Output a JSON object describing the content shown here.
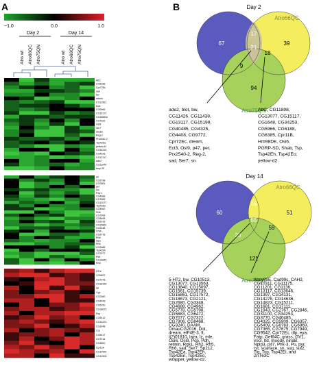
{
  "panel_a": {
    "label": "A",
    "scale_min": "−1.0",
    "scale_mid": "0.0",
    "scale_max": "1.0",
    "scale_colors": [
      "#1fa32a",
      "#000000",
      "#e0202a"
    ],
    "groups": [
      "Day 2",
      "Day 14"
    ],
    "columns": [
      "Atro wt",
      "Atro66QC",
      "Atro75QN",
      "Atro wt",
      "Atro66QC",
      "Atro75QN"
    ],
    "block1_genes": [
      "AttC",
      "CG6188",
      "Cpr72Ec",
      "sad",
      "bw",
      "retinin",
      "CG11961",
      "Ddc",
      "CG6966",
      "CG15172",
      "CG15833c",
      "CG7322",
      "Osi9",
      "Ser7",
      "dream",
      "Reg-2",
      "Prx2540-2",
      "Tsp42Ea",
      "yellow-d2",
      "CG34253",
      "CG4325",
      "CG12117",
      "ade2",
      "CG11044",
      "smp-30"
    ],
    "block2_genes": [
      "wt",
      "CG5798",
      "CG2681",
      "per",
      "tim",
      "Pdp1",
      "CG4988",
      "CG7885",
      "CG13077",
      "Tsp42Ee",
      "CG4962",
      "Rh5",
      "CG7906",
      "CG8468",
      "CG2016",
      "CG15861",
      "CG3348",
      "Cht4",
      "CG5778",
      "Rh6",
      "laza",
      "Rh4",
      "CG4988",
      "Tsp42Eh",
      "CG7077",
      "Pdh",
      "CG18840",
      "Rh3"
    ],
    "block3_genes": [
      "HTre",
      "CG9837",
      "CG7378",
      "CG18150",
      "tal",
      "Cyp",
      "CG2060",
      "CG3033",
      "CG5250",
      "CG18673",
      "Pcp",
      "CG9412",
      "CG14223",
      "CG3348",
      "Cry",
      "CG5417",
      "CG7214",
      "CG4800",
      "Cpr12A",
      "CG10950",
      "CG13905"
    ]
  },
  "panel_b": {
    "label": "B",
    "venn_top": {
      "title": "Day 2",
      "sets": [
        "Atro wt",
        "Atro66QC",
        "Atro75QN"
      ],
      "counts": {
        "wt_only": "67",
        "qc_only": "39",
        "qn_only": "94",
        "wt_qc": "17",
        "wt_qn": "9",
        "qc_qn": "18",
        "all": "21"
      },
      "list_left": [
        "ade2, blot, bw,",
        "CG11426, CG11438,",
        "CG13117, CG15199,",
        "CG40485, CG4325,",
        "CG4408, CG9772,",
        "Cpr72Ec, dream,",
        "Ect3, Osi9, p47, per,",
        "Prx2540-2, Reg-2,",
        "sad, Ser7, sn"
      ],
      "list_right": [
        "AttC, CG11898,",
        "CG13077, CG15117,",
        "CG1648, CG34253,",
        "CG5966, CG6188,",
        "CG6385, Cpr11B,",
        "Hrb98DE, Osi6,",
        "PGRP-SD, Shab, Tsp,",
        "Tsp42Eh, Tsp42Eo;",
        "yellow-d2"
      ]
    },
    "venn_bottom": {
      "title": "Day 14",
      "sets": [
        "Atro wt",
        "Atro66QC",
        "Atro75QN"
      ],
      "counts": {
        "wt_only": "60",
        "qc_only": "51",
        "qn_only": "121",
        "wt_qc": "16",
        "wt_qn": "20",
        "qc_qn": "59",
        "all": "55"
      },
      "list_left": [
        "5-HT2, bw, CG10513,",
        "CG13077, CG13563,",
        "CG13840, CG15097,",
        "CG1561, CG15739,",
        "CG15861, CG17572,",
        "CG18673, CG2121,",
        "CG2680, CG3348,",
        "CG4688, CG4962,",
        "CG5778, CG5798,",
        "CG5883, CG6472,",
        "CG7077, CG7322,",
        "CG7906, CG8468,",
        "CG9240, DAAM,",
        "DmauCG2016, Dot,",
        "dream, eIF4E-3, ft,",
        "l(2)01810, laza, lz, mle,",
        "Osi6, Osi9, Pcp, Pdh,",
        "retinin, Rgk1, Rh2, Rh5,",
        "Rh6, sad, Ser7, Sp212,",
        "Tsp42Ea, Tsp42Eh,",
        "Tsp42En, Tsp42Eo,",
        "wrapper, yellow-d2."
      ],
      "list_right": [
        "Ahcy89E, Cad99c, CAH2,",
        "CG10311, CG11175,",
        "CG11201, CG1136,",
        "CG13117, CG13646,",
        "CG1397, CG14131,",
        "CG14275, CG14636,",
        "CG14823, CG15211,",
        "CG1681, CG17111,",
        "CG1943, CG2767, CG2846,",
        "CG31100, CG34253,",
        "CG3770, CG40485,",
        "CG4325, CG5909, CG6357,",
        "CG6409, CG6783, CG6969,",
        "CG7365, CG7675, CG7949,",
        "CG9542, Cpr72Ec, dlp, eya,",
        "Fatp, Gef64C, grass, GV1,",
        "inx3, ltd, moody, ninaB,",
        "Nplp3, p47, Phk-3, Pu, pyr,",
        "rst, scarface, sn, sug, sut2,",
        "Tig, Tsp, Tsp42Ei, and",
        "ZnT63C"
      ]
    },
    "colors": {
      "wt": "#5b5bbf",
      "qc": "#f4ee5e",
      "qn": "#a6d15a",
      "wt_qc": "#c8c39a",
      "wt_qn": "#6fa070",
      "qc_qn": "#b8d04a",
      "all": "#a0b878"
    }
  }
}
